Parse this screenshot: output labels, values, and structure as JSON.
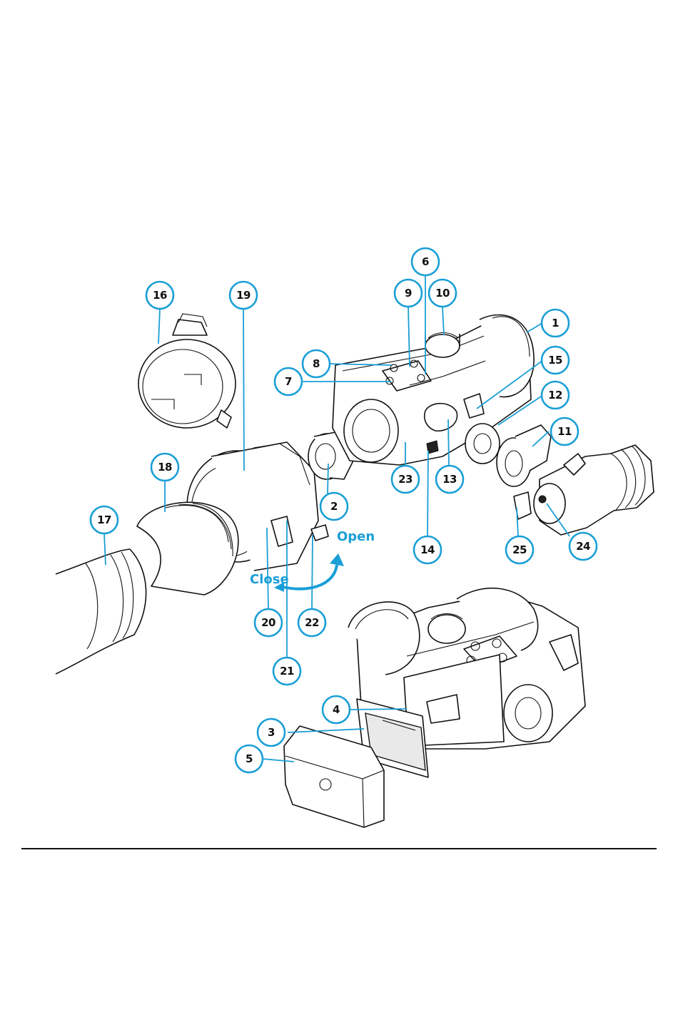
{
  "callouts": [
    {
      "id": "c1",
      "label": "1"
    },
    {
      "id": "c2",
      "label": "2"
    },
    {
      "id": "c3",
      "label": "3"
    },
    {
      "id": "c4",
      "label": "4"
    },
    {
      "id": "c5",
      "label": "5"
    },
    {
      "id": "c6",
      "label": "6"
    },
    {
      "id": "c7",
      "label": "7"
    },
    {
      "id": "c8",
      "label": "8"
    },
    {
      "id": "c9",
      "label": "9"
    },
    {
      "id": "c10",
      "label": "10"
    },
    {
      "id": "c11",
      "label": "11"
    },
    {
      "id": "c12",
      "label": "12"
    },
    {
      "id": "c13",
      "label": "13"
    },
    {
      "id": "c14",
      "label": "14"
    },
    {
      "id": "c15",
      "label": "15"
    },
    {
      "id": "c16",
      "label": "16"
    },
    {
      "id": "c17",
      "label": "17"
    },
    {
      "id": "c18",
      "label": "18"
    },
    {
      "id": "c19",
      "label": "19"
    },
    {
      "id": "c20",
      "label": "20"
    },
    {
      "id": "c21",
      "label": "21"
    },
    {
      "id": "c22",
      "label": "22"
    },
    {
      "id": "c23",
      "label": "23"
    },
    {
      "id": "c24",
      "label": "24"
    },
    {
      "id": "c25",
      "label": "25"
    }
  ],
  "arrows": {
    "open_label": "Open",
    "close_label": "Close"
  },
  "colors": {
    "accent": "#1a9fd6",
    "line": "#111111",
    "background": "#ffffff"
  }
}
